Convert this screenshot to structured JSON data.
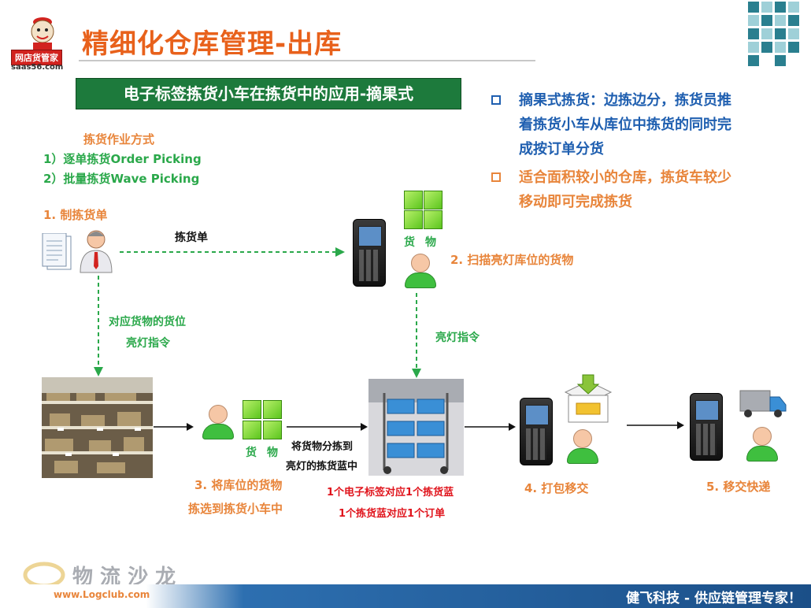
{
  "header": {
    "title": "精细化仓库管理-出库",
    "logo_text": "网店货管家",
    "logo_url": "saas56.com"
  },
  "banner": "电子标签拣货小车在拣货中的应用-摘果式",
  "bullets": [
    {
      "lines": [
        "摘果式拣货：边拣边分，拣货员推",
        "着拣货小车从库位中拣货的同时完",
        "成按订单分货"
      ],
      "color": "#1f5fb0",
      "box": "#1f5fb0"
    },
    {
      "lines": [
        "适合面积较小的仓库，拣货车较少",
        "移动即可完成拣货"
      ],
      "color": "#e8853b",
      "box": "#e8853b"
    }
  ],
  "methods": {
    "title": "拣货作业方式",
    "item1": "1）逐单拣货Order Picking",
    "item2": "2）批量拣货Wave Picking"
  },
  "steps": {
    "s1": "1. 制拣货单",
    "s2": "2. 扫描亮灯库位的货物",
    "s3a": "3. 将库位的货物",
    "s3b": "拣选到拣货小车中",
    "s4": "4. 打包移交",
    "s5": "5. 移交快递"
  },
  "flow": {
    "pick_list": "拣货单",
    "loc_light_1": "对应货物的货位",
    "loc_light_2": "亮灯指令",
    "light_cmd": "亮灯指令",
    "sort_1": "将货物分拣到",
    "sort_2": "亮灯的拣货蓝中",
    "red_1": "1个电子标签对应1个拣货蓝",
    "red_2": "1个拣货蓝对应1个订单"
  },
  "cube_label_a": "货",
  "cube_label_b": "物",
  "watermark": {
    "cn": "物 流 沙 龙",
    "url": "www.Logclub.com"
  },
  "footer": "健飞科技 - 供应链管理专家！"
}
